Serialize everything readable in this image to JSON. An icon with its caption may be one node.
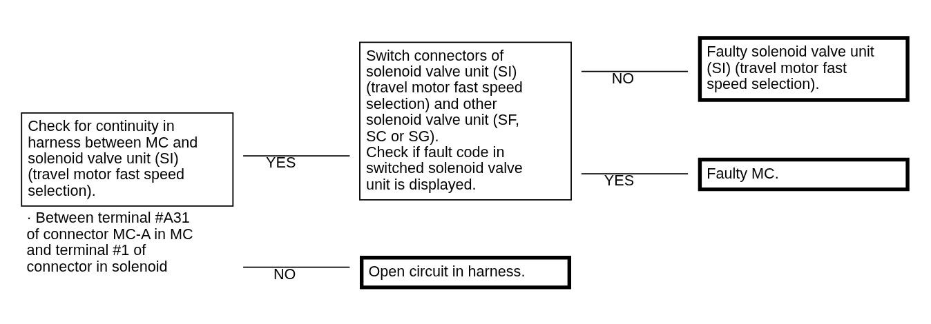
{
  "diagram": {
    "nodes": [
      {
        "text": [
          "Check for continuity in harness between MC and solenoid valve unit (SI) (travel motor fast speed selection)."
        ],
        "beside": [
          "· Between terminal #A31 of connector MC-A in MC and terminal #1 of connector in solenoid"
        ]
      },
      {
        "text": [
          "Switch connectors of solenoid valve unit (SI) (travel motor fast speed selection) and other solenoid valve unit (SF, SC or SG).",
          "Check if fault code in switched solenoid valve unit is displayed."
        ]
      },
      {
        "text": [
          "Faulty solenoid valve unit (SI) (travel motor fast speed selection)."
        ]
      },
      {
        "text": [
          "Faulty MC."
        ]
      },
      {
        "text": [
          "Open circuit in harness."
        ]
      }
    ],
    "edges": [
      {
        "from": 0,
        "to": 1,
        "arrow": "none",
        "label": "YES"
      },
      {
        "from": 0,
        "to": 4,
        "arrow": "none",
        "label": "NO"
      },
      {
        "from": 1,
        "to": 2,
        "arrow": "none",
        "label": "NO"
      },
      {
        "from": 1,
        "to": 3,
        "arrow": "none",
        "label": "YES"
      }
    ]
  }
}
